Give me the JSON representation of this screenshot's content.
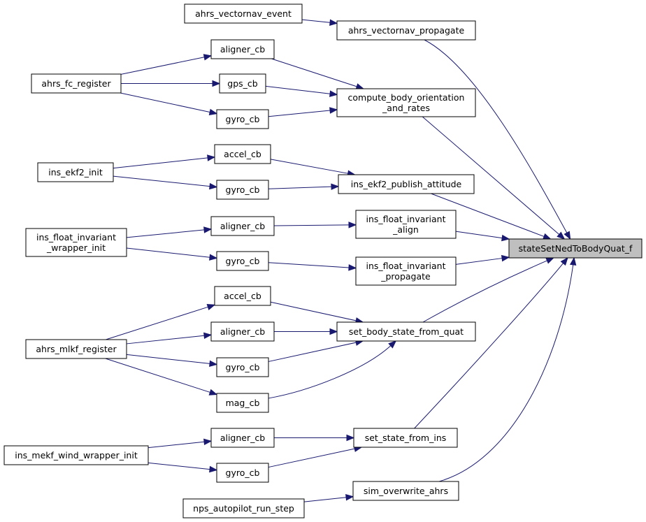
{
  "diagram": {
    "root": "stateSetNedToBodyQuat_f",
    "colors": {
      "edge": "#191970",
      "root_fill": "#bfbfbf",
      "node_fill": "#ffffff",
      "border": "#000000"
    },
    "nodes": {
      "nps_autopilot_run_step": {
        "lines": [
          "nps_autopilot_run_step"
        ]
      },
      "ahrs_vectornav_event": {
        "lines": [
          "ahrs_vectornav_event"
        ]
      },
      "ahrs_fc_register": {
        "lines": [
          "ahrs_fc_register"
        ]
      },
      "ins_ekf2_init": {
        "lines": [
          "ins_ekf2_init"
        ]
      },
      "ins_float_invariant_wrapper_init": {
        "lines": [
          "ins_float_invariant",
          "_wrapper_init"
        ]
      },
      "ahrs_mlkf_register": {
        "lines": [
          "ahrs_mlkf_register"
        ]
      },
      "ins_mekf_wind_wrapper_init": {
        "lines": [
          "ins_mekf_wind_wrapper_init"
        ]
      },
      "aligner_cb_fc": {
        "lines": [
          "aligner_cb"
        ]
      },
      "gps_cb_fc": {
        "lines": [
          "gps_cb"
        ]
      },
      "gyro_cb_fc": {
        "lines": [
          "gyro_cb"
        ]
      },
      "accel_cb_ekf2": {
        "lines": [
          "accel_cb"
        ]
      },
      "gyro_cb_ekf2": {
        "lines": [
          "gyro_cb"
        ]
      },
      "aligner_cb_fi": {
        "lines": [
          "aligner_cb"
        ]
      },
      "gyro_cb_fi": {
        "lines": [
          "gyro_cb"
        ]
      },
      "accel_cb_mlkf": {
        "lines": [
          "accel_cb"
        ]
      },
      "aligner_cb_mlkf": {
        "lines": [
          "aligner_cb"
        ]
      },
      "gyro_cb_mlkf": {
        "lines": [
          "gyro_cb"
        ]
      },
      "mag_cb_mlkf": {
        "lines": [
          "mag_cb"
        ]
      },
      "aligner_cb_mekf": {
        "lines": [
          "aligner_cb"
        ]
      },
      "gyro_cb_mekf": {
        "lines": [
          "gyro_cb"
        ]
      },
      "ahrs_vectornav_propagate": {
        "lines": [
          "ahrs_vectornav_propagate"
        ]
      },
      "compute_body_orientation_and_rates": {
        "lines": [
          "compute_body_orientation",
          "_and_rates"
        ]
      },
      "ins_ekf2_publish_attitude": {
        "lines": [
          "ins_ekf2_publish_attitude"
        ]
      },
      "ins_float_invariant_align": {
        "lines": [
          "ins_float_invariant",
          "_align"
        ]
      },
      "ins_float_invariant_propagate": {
        "lines": [
          "ins_float_invariant",
          "_propagate"
        ]
      },
      "set_body_state_from_quat": {
        "lines": [
          "set_body_state_from_quat"
        ]
      },
      "set_state_from_ins": {
        "lines": [
          "set_state_from_ins"
        ]
      },
      "sim_overwrite_ahrs": {
        "lines": [
          "sim_overwrite_ahrs"
        ]
      },
      "stateSetNedToBodyQuat_f": {
        "lines": [
          "stateSetNedToBodyQuat_f"
        ]
      }
    },
    "edges": [
      {
        "from": "ahrs_vectornav_event",
        "to": "ahrs_vectornav_propagate"
      },
      {
        "from": "ahrs_fc_register",
        "to": "aligner_cb_fc"
      },
      {
        "from": "ahrs_fc_register",
        "to": "gps_cb_fc"
      },
      {
        "from": "ahrs_fc_register",
        "to": "gyro_cb_fc"
      },
      {
        "from": "aligner_cb_fc",
        "to": "compute_body_orientation_and_rates"
      },
      {
        "from": "gps_cb_fc",
        "to": "compute_body_orientation_and_rates"
      },
      {
        "from": "gyro_cb_fc",
        "to": "compute_body_orientation_and_rates"
      },
      {
        "from": "ins_ekf2_init",
        "to": "accel_cb_ekf2"
      },
      {
        "from": "ins_ekf2_init",
        "to": "gyro_cb_ekf2"
      },
      {
        "from": "accel_cb_ekf2",
        "to": "ins_ekf2_publish_attitude"
      },
      {
        "from": "gyro_cb_ekf2",
        "to": "ins_ekf2_publish_attitude"
      },
      {
        "from": "ins_float_invariant_wrapper_init",
        "to": "aligner_cb_fi"
      },
      {
        "from": "ins_float_invariant_wrapper_init",
        "to": "gyro_cb_fi"
      },
      {
        "from": "aligner_cb_fi",
        "to": "ins_float_invariant_align"
      },
      {
        "from": "gyro_cb_fi",
        "to": "ins_float_invariant_propagate"
      },
      {
        "from": "ahrs_mlkf_register",
        "to": "accel_cb_mlkf"
      },
      {
        "from": "ahrs_mlkf_register",
        "to": "aligner_cb_mlkf"
      },
      {
        "from": "ahrs_mlkf_register",
        "to": "gyro_cb_mlkf"
      },
      {
        "from": "ahrs_mlkf_register",
        "to": "mag_cb_mlkf"
      },
      {
        "from": "accel_cb_mlkf",
        "to": "set_body_state_from_quat"
      },
      {
        "from": "aligner_cb_mlkf",
        "to": "set_body_state_from_quat"
      },
      {
        "from": "gyro_cb_mlkf",
        "to": "set_body_state_from_quat"
      },
      {
        "from": "mag_cb_mlkf",
        "to": "set_body_state_from_quat"
      },
      {
        "from": "ins_mekf_wind_wrapper_init",
        "to": "aligner_cb_mekf"
      },
      {
        "from": "ins_mekf_wind_wrapper_init",
        "to": "gyro_cb_mekf"
      },
      {
        "from": "aligner_cb_mekf",
        "to": "set_state_from_ins"
      },
      {
        "from": "gyro_cb_mekf",
        "to": "set_state_from_ins"
      },
      {
        "from": "nps_autopilot_run_step",
        "to": "sim_overwrite_ahrs"
      },
      {
        "from": "ahrs_vectornav_propagate",
        "to": "stateSetNedToBodyQuat_f"
      },
      {
        "from": "compute_body_orientation_and_rates",
        "to": "stateSetNedToBodyQuat_f"
      },
      {
        "from": "ins_ekf2_publish_attitude",
        "to": "stateSetNedToBodyQuat_f"
      },
      {
        "from": "ins_float_invariant_align",
        "to": "stateSetNedToBodyQuat_f"
      },
      {
        "from": "ins_float_invariant_propagate",
        "to": "stateSetNedToBodyQuat_f"
      },
      {
        "from": "set_body_state_from_quat",
        "to": "stateSetNedToBodyQuat_f"
      },
      {
        "from": "set_state_from_ins",
        "to": "stateSetNedToBodyQuat_f"
      },
      {
        "from": "sim_overwrite_ahrs",
        "to": "stateSetNedToBodyQuat_f"
      }
    ]
  }
}
